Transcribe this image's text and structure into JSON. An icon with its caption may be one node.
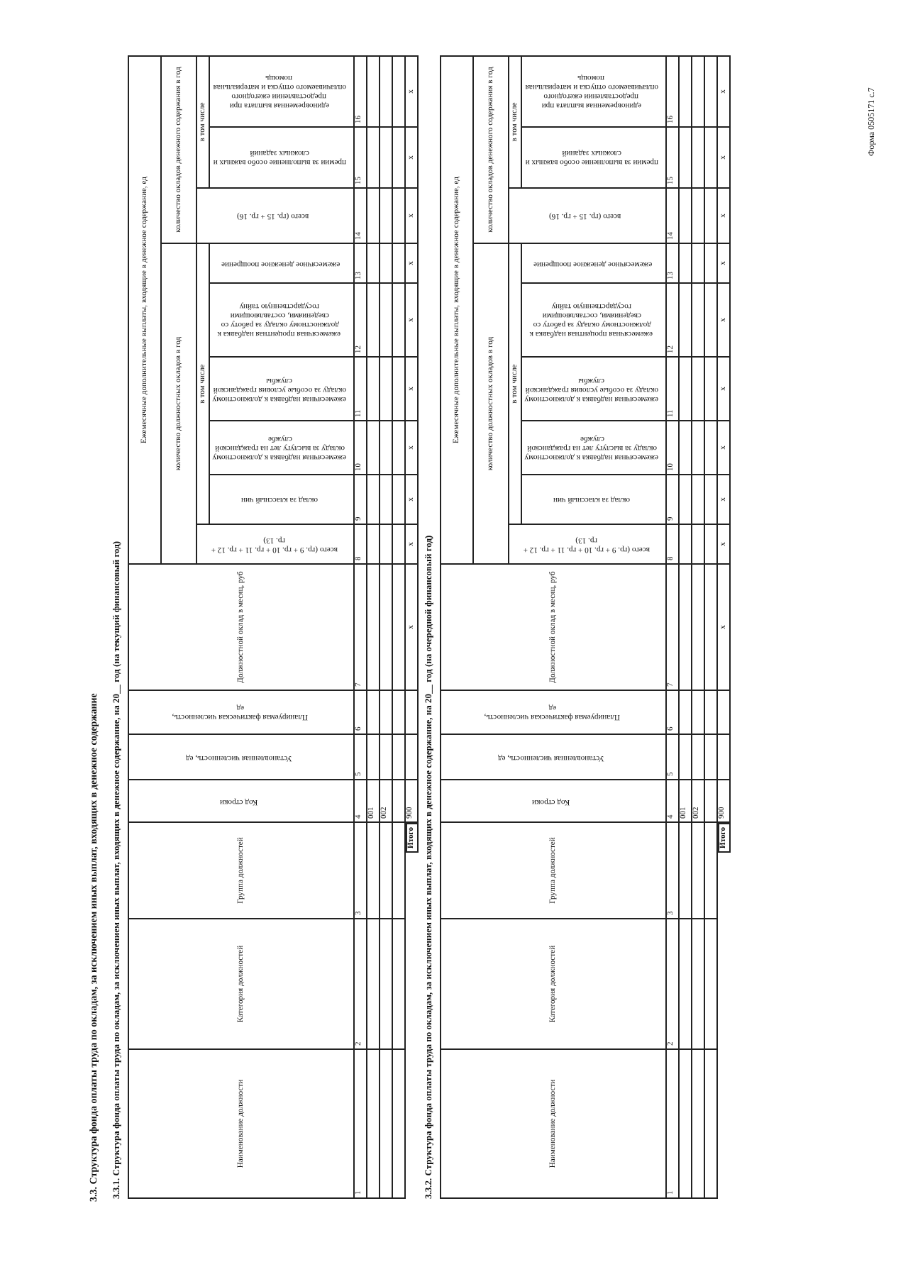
{
  "diagram": {
    "title": "3.3. Структура фонда оплаты труда по окладам, за исключением иных выплат, входящих в денежное содержание",
    "labels": [
      "3.3.1. Структура фонда оплаты труда по окладам, за исключением иных выплат, входящих в денежное содержание, на 20__ год (на текущий финансовый год)",
      "Наименование должности",
      "Категория должностей",
      "Группа должностей",
      "Код строки",
      "Установленная численность, ед",
      "Планируемая фактическая численность, ед",
      "Должностной оклад в месяц, руб",
      "Ежемесячные дополнительные выплаты, входящие в денежное содержание, ед",
      "количество должностных окладов в год",
      "количество окладов денежного содержания в год",
      "всего (гр. 9 + гр. 10 + гр. 11 + гр. 12 + гр. 13)",
      "в том числе",
      "всего (гр. 15 + гр. 16)",
      "в том числе",
      "оклад за классный чин",
      "ежемесячная надбавка к должностному окладу за выслугу лет на гражданской службе",
      "ежемесячная надбавка к должностному окладу за особые условия гражданской службы",
      "ежемесячная процентная надбавка к должностному окладу за работу со сведениями, составляющими государственную тайну",
      "ежемесячное денежное поощрение",
      "премии за выполнение особо важных и сложных заданий",
      "единовременная выплата при предоставлении ежегодного оплачиваемого отпуска и материальная помощь",
      "1",
      "2",
      "3",
      "4",
      "5",
      "6",
      "7",
      "8",
      "9",
      "10",
      "11",
      "12",
      "13",
      "14",
      "15",
      "16",
      "001",
      "002",
      "Итого",
      "900",
      "x",
      "x",
      "x",
      "x",
      "x",
      "x",
      "x",
      "x",
      "x",
      "x",
      "3.3.2. Структура фонда оплаты труда по окладам, за исключением иных выплат, входящих в денежное содержание, на 20__ год (на очередной финансовый год)",
      "Наименование должности",
      "Категория должностей",
      "Группа должностей",
      "Код строки",
      "Установленная численность, ед",
      "Планируемая фактическая численность, ед",
      "Должностной оклад в месяц, руб",
      "Ежемесячные дополнительные выплаты, входящие в денежное содержание, ед",
      "количество должностных окладов в год",
      "количество окладов денежного содержания в год",
      "всего (гр. 9 + гр. 10 + гр. 11 + гр. 12 + гр. 13)",
      "в том числе",
      "всего (гр. 15 + гр. 16)",
      "в том числе",
      "оклад за классный чин",
      "ежемесячная надбавка к должностному окладу за выслугу лет на гражданской службе",
      "ежемесячная надбавка к должностному окладу за особые условия гражданской службы",
      "ежемесячная процентная надбавка к должностному окладу за работу со сведениями, составляющими государственную тайну",
      "ежемесячное денежное поощрение",
      "премии за выполнение особо важных и сложных заданий",
      "единовременная выплата при предоставлении ежегодного оплачиваемого отпуска и материальная помощь",
      "1",
      "2",
      "3",
      "4",
      "5",
      "6",
      "7",
      "8",
      "9",
      "10",
      "11",
      "12",
      "13",
      "14",
      "15",
      "16",
      "001",
      "002",
      "Итого",
      "900",
      "x",
      "x",
      "x",
      "x",
      "x",
      "x",
      "x",
      "x",
      "x",
      "x",
      "Форма 0505171 с.7"
    ]
  }
}
